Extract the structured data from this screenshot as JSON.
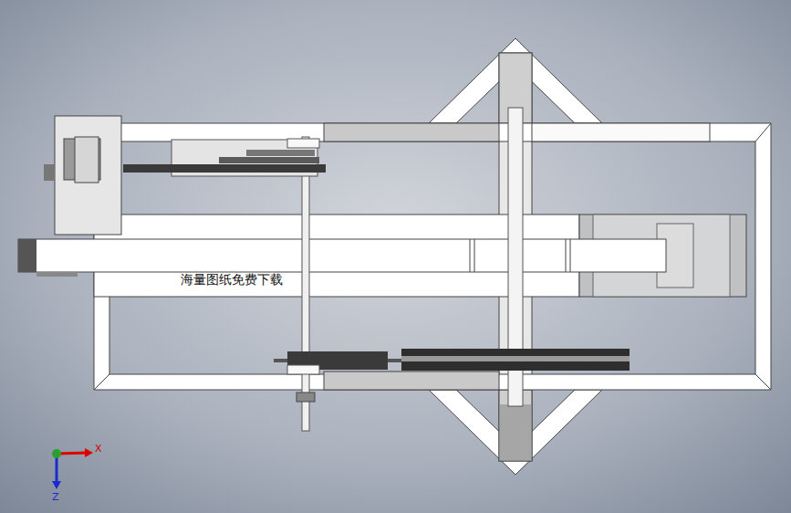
{
  "diagram": {
    "labels": [
      "海量图纸免费下载",
      "X",
      "Z"
    ]
  }
}
